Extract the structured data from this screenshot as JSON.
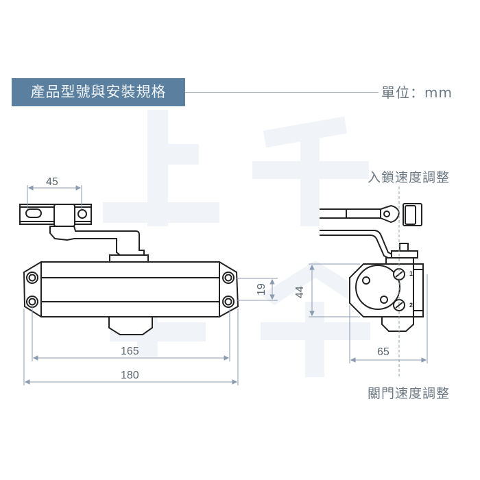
{
  "header": {
    "title": "產品型號與安裝規格",
    "unit": "單位：mm"
  },
  "labels": {
    "latch_speed": "入鎖速度調整",
    "closing_speed": "關門速度調整"
  },
  "dimensions": {
    "bracket_hole_spacing": "45",
    "mounting_hole_vertical": "19",
    "mounting_hole_span": "165",
    "body_length": "180",
    "body_height": "44",
    "body_depth": "65"
  },
  "valves": {
    "valve_1": "1",
    "valve_2": "2"
  },
  "colors": {
    "header_bg": "#5b7f9f",
    "dimension_line": "#8a9bb0",
    "outline": "#222222",
    "watermark": "#eef2f7"
  }
}
